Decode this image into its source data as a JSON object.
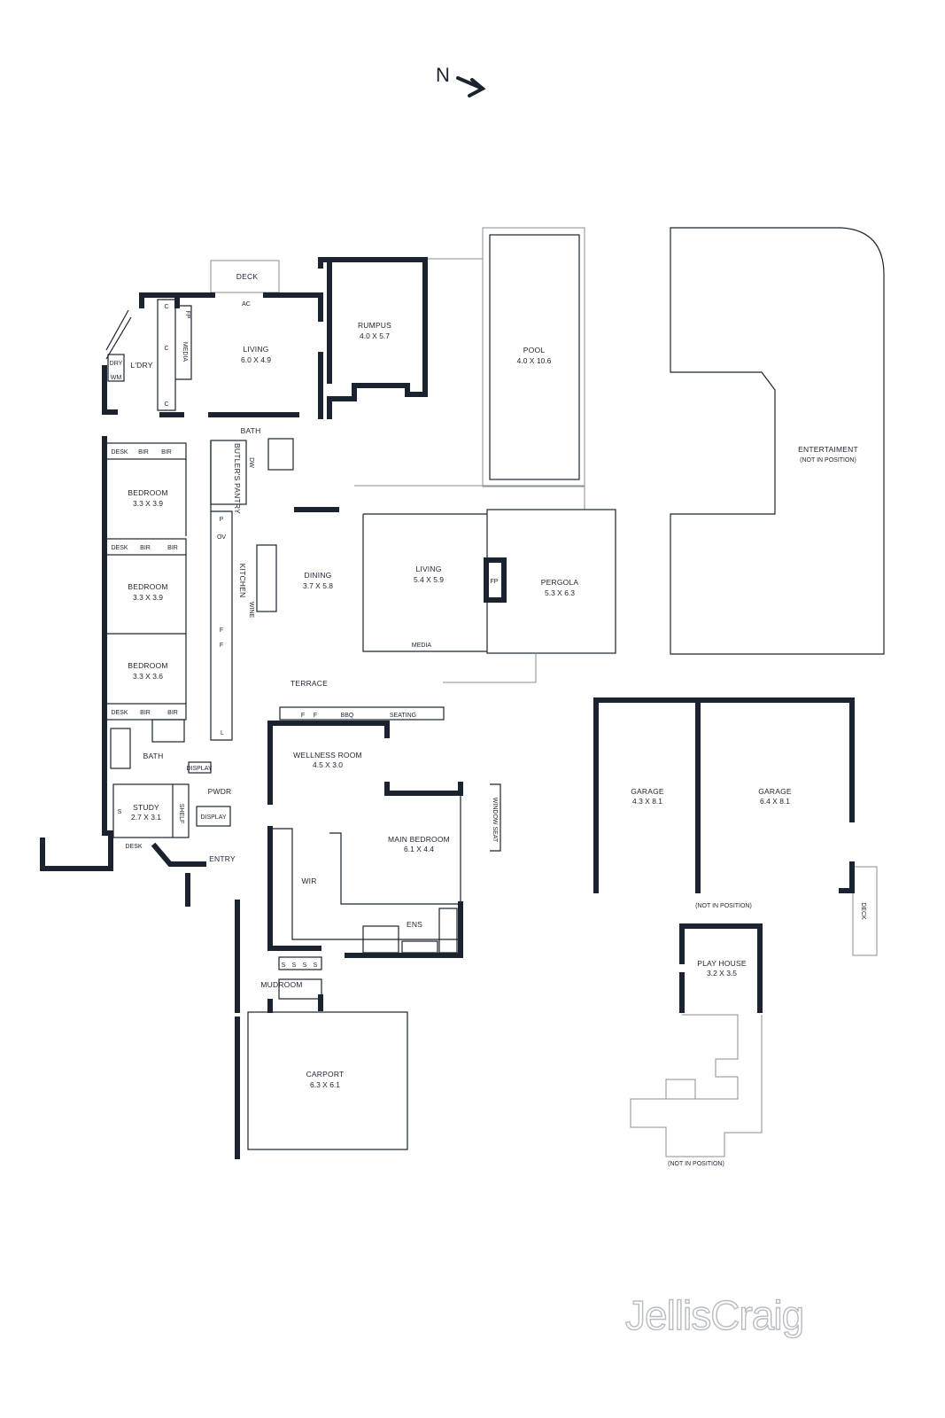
{
  "compass": {
    "letter": "N"
  },
  "brand": {
    "name": "JellisCraig"
  },
  "rooms": {
    "deck_top": "DECK",
    "ac": "AC",
    "living1": {
      "name": "LIVING",
      "dim": "6.0 X 4.9"
    },
    "rumpus": {
      "name": "RUMPUS",
      "dim": "4.0 X 5.7"
    },
    "pool": {
      "name": "POOL",
      "dim": "4.0 X 10.6"
    },
    "entertainment": {
      "name": "ENTERTAIMENT",
      "note": "(NOT IN POSITION)"
    },
    "laundry": "L'DRY",
    "dry": "DRY",
    "wm": "WM",
    "media1": "MEDIA",
    "fp1": "FP",
    "c": "C",
    "bath1": "BATH",
    "butlers_pantry": "BUTLER'S PANTRY",
    "dw": "DW",
    "desk": "DESK",
    "bir": "BIR",
    "bedroom1": {
      "name": "BEDROOM",
      "dim": "3.3 X 3.9"
    },
    "bedroom2": {
      "name": "BEDROOM",
      "dim": "3.3 X 3.9"
    },
    "bedroom3": {
      "name": "BEDROOM",
      "dim": "3.3 X 3.6"
    },
    "kitchen": "KITCHEN",
    "wine": "WINE",
    "p": "P",
    "ov": "OV",
    "f": "F",
    "l": "L",
    "dining": {
      "name": "DINING",
      "dim": "3.7 X 5.8"
    },
    "living2": {
      "name": "LIVING",
      "dim": "5.4 X 5.9"
    },
    "fp2": "FP",
    "pergola": {
      "name": "PERGOLA",
      "dim": "5.3 X 6.3"
    },
    "media2": "MEDIA",
    "terrace": "TERRACE",
    "bbq": "BBQ",
    "seating": "SEATING",
    "bath2": "BATH",
    "display": "DISPLAY",
    "pwdr": "PWDR",
    "study": {
      "name": "STUDY",
      "dim": "2.7 X 3.1"
    },
    "s": "S",
    "shelf": "SHELF",
    "entry": "ENTRY",
    "wellness": {
      "name": "WELLNESS ROOM",
      "dim": "4.5 X 3.0"
    },
    "main_bedroom": {
      "name": "MAIN BEDROOM",
      "dim": "6.1 X 4.4"
    },
    "window_seat": "WINDOW SEAT",
    "wir": "WIR",
    "ens": "ENS",
    "mudroom": "MUDROOM",
    "carport": {
      "name": "CARPORT",
      "dim": "6.3 X 6.1"
    },
    "garage1": {
      "name": "GARAGE",
      "dim": "4.3 X 8.1"
    },
    "garage2": {
      "name": "GARAGE",
      "dim": "6.4 X 8.1"
    },
    "garage_note": "(NOT IN POSITION)",
    "deck_garage": "DECK",
    "playhouse": {
      "name": "PLAY HOUSE",
      "dim": "3.2 X 3.5"
    },
    "playhouse_note": "(NOT IN POSITION)"
  }
}
